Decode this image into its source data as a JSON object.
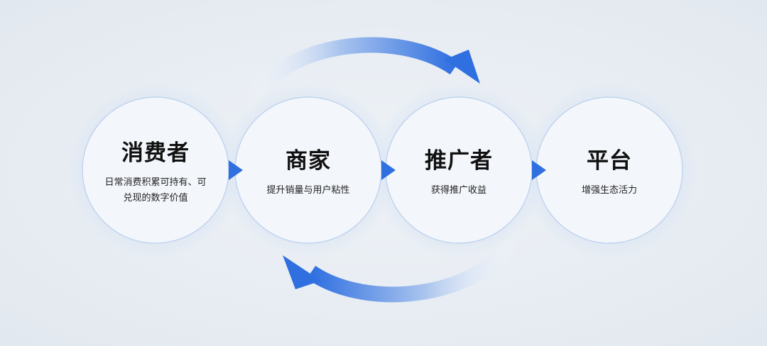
{
  "diagram": {
    "nodes": [
      {
        "title": "消费者",
        "desc": "日常消费积累可持有、可兑现的数字价值"
      },
      {
        "title": "商家",
        "desc": "提升销量与用户粘性"
      },
      {
        "title": "推广者",
        "desc": "获得推广收益"
      },
      {
        "title": "平台",
        "desc": "增强生态活力"
      }
    ],
    "colors": {
      "arrow": "#2f6fe0",
      "ring": "#d7e3f5",
      "ring_stroke": "#a9c4ee"
    }
  }
}
